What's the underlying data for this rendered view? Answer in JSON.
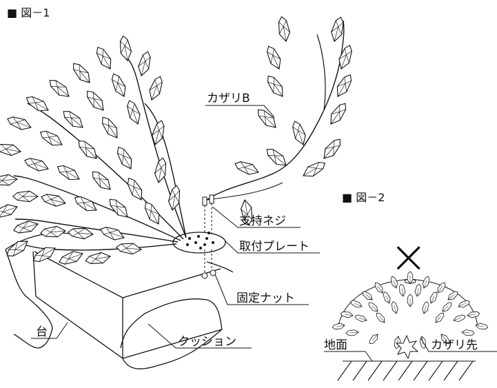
{
  "figure1": {
    "title": "■ 図－1"
  },
  "figure2": {
    "title": "■ 図－2",
    "mark": "×"
  },
  "labels": {
    "ornament_b": "カザリB",
    "support_screw": "支持ネジ",
    "mounting_plate": "取付プレート",
    "fixing_nut": "固定ナット",
    "stand": "台",
    "cushion": "クッション",
    "ground": "地面",
    "ornament_tip": "カザリ先"
  }
}
